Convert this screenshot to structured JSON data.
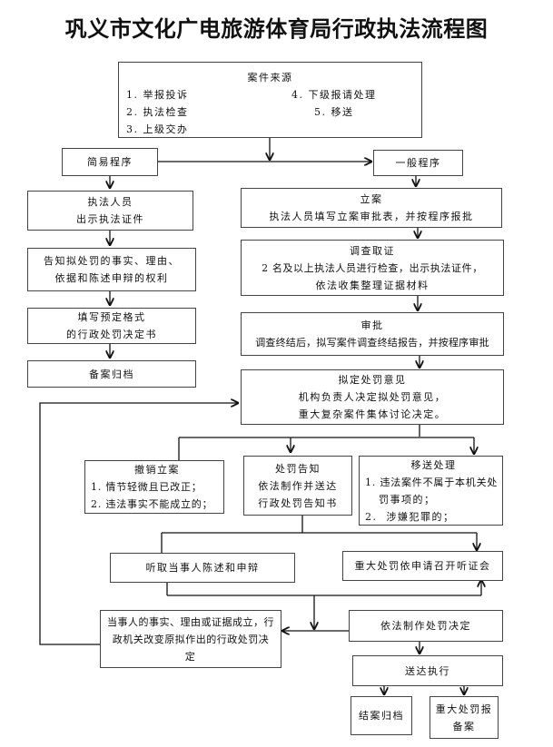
{
  "title": "巩义市文化广电旅游体育局行政执法流程图",
  "case_source": {
    "heading": "案件来源",
    "items_left": [
      "1. 举报投诉",
      "2. 执法检查",
      "3. 上级交办"
    ],
    "items_right": [
      "4. 下级报请处理",
      "5. 移送"
    ]
  },
  "simple_procedure": {
    "label": "简易程序",
    "steps": [
      {
        "lines": [
          "执法人员",
          "出示执法证件"
        ]
      },
      {
        "lines": [
          "告知拟处罚的事实、理由、",
          "依据和陈述申辩的权利"
        ]
      },
      {
        "lines": [
          "填写预定格式",
          "的行政处罚决定书"
        ]
      },
      {
        "lines": [
          "备案归档"
        ]
      }
    ]
  },
  "general_procedure": {
    "label": "一般程序",
    "steps": [
      {
        "heading": "立案",
        "lines": [
          "执法人员填写立案审批表，并按程序报批"
        ]
      },
      {
        "heading": "调查取证",
        "lines": [
          "2 名及以上执法人员进行检查，出示执法证件，",
          "依法收集整理证据材料"
        ]
      },
      {
        "heading": "审批",
        "lines": [
          "调查终结后，拟写案件调查终结报告，并按程序审批"
        ]
      },
      {
        "heading": "拟定处罚意见",
        "lines": [
          "机构负责人决定拟处罚意见，",
          "重大复杂案件集体讨论决定。"
        ]
      }
    ]
  },
  "branches": {
    "revoke": {
      "heading": "撤销立案",
      "lines": [
        "1. 情节轻微且已改正；",
        "2. 违法事实不能成立的；"
      ]
    },
    "notice": {
      "heading": "处罚告知",
      "lines": [
        "依法制作并送达",
        "行政处罚告知书"
      ]
    },
    "transfer": {
      "heading": "移送处理",
      "lines": [
        "1. 违法案件不属于本机关处",
        "   罚事项的；",
        "2.  涉嫌犯罪的；"
      ]
    }
  },
  "hearing": {
    "statement": "听取当事人陈述和申辩",
    "public_hearing": "重大处罚依申请召开听证会"
  },
  "change_decision": {
    "lines": [
      "当事人的事实、理由或证据成立，行",
      "政机关改变原拟作出的行政处罚决",
      "定"
    ]
  },
  "decision": "依法制作处罚决定",
  "execution": "送达执行",
  "final": {
    "archive": "结案归档",
    "report": [
      "重大处罚报",
      "备案"
    ]
  }
}
